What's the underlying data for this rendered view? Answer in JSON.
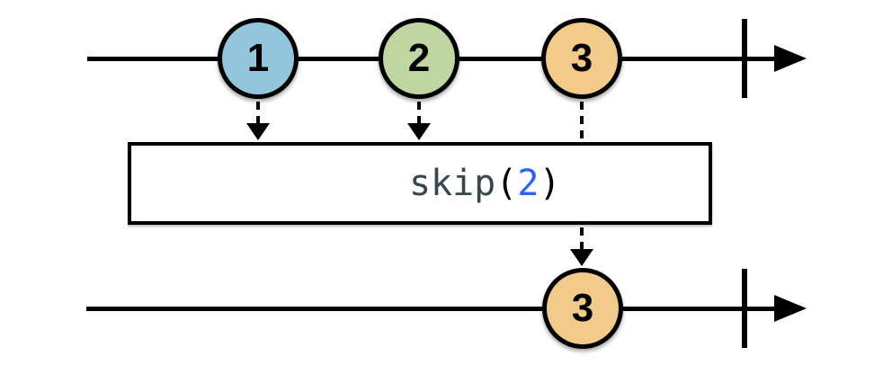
{
  "diagram": {
    "input_stream": {
      "marbles": [
        {
          "value": "1",
          "color": "#93C6DD"
        },
        {
          "value": "2",
          "color": "#BFD6A0"
        },
        {
          "value": "3",
          "color": "#F2CB8A"
        }
      ]
    },
    "operator": {
      "function_name": "skip",
      "open_paren": "(",
      "argument": "2",
      "close_paren": ")",
      "function_color": "#37474F",
      "argument_color": "#2962FF",
      "paren_color": "#000000"
    },
    "output_stream": {
      "marbles": [
        {
          "value": "3",
          "color": "#F2CB8A"
        }
      ]
    },
    "stroke_color": "#000000",
    "background_color": "#FFFFFF"
  }
}
